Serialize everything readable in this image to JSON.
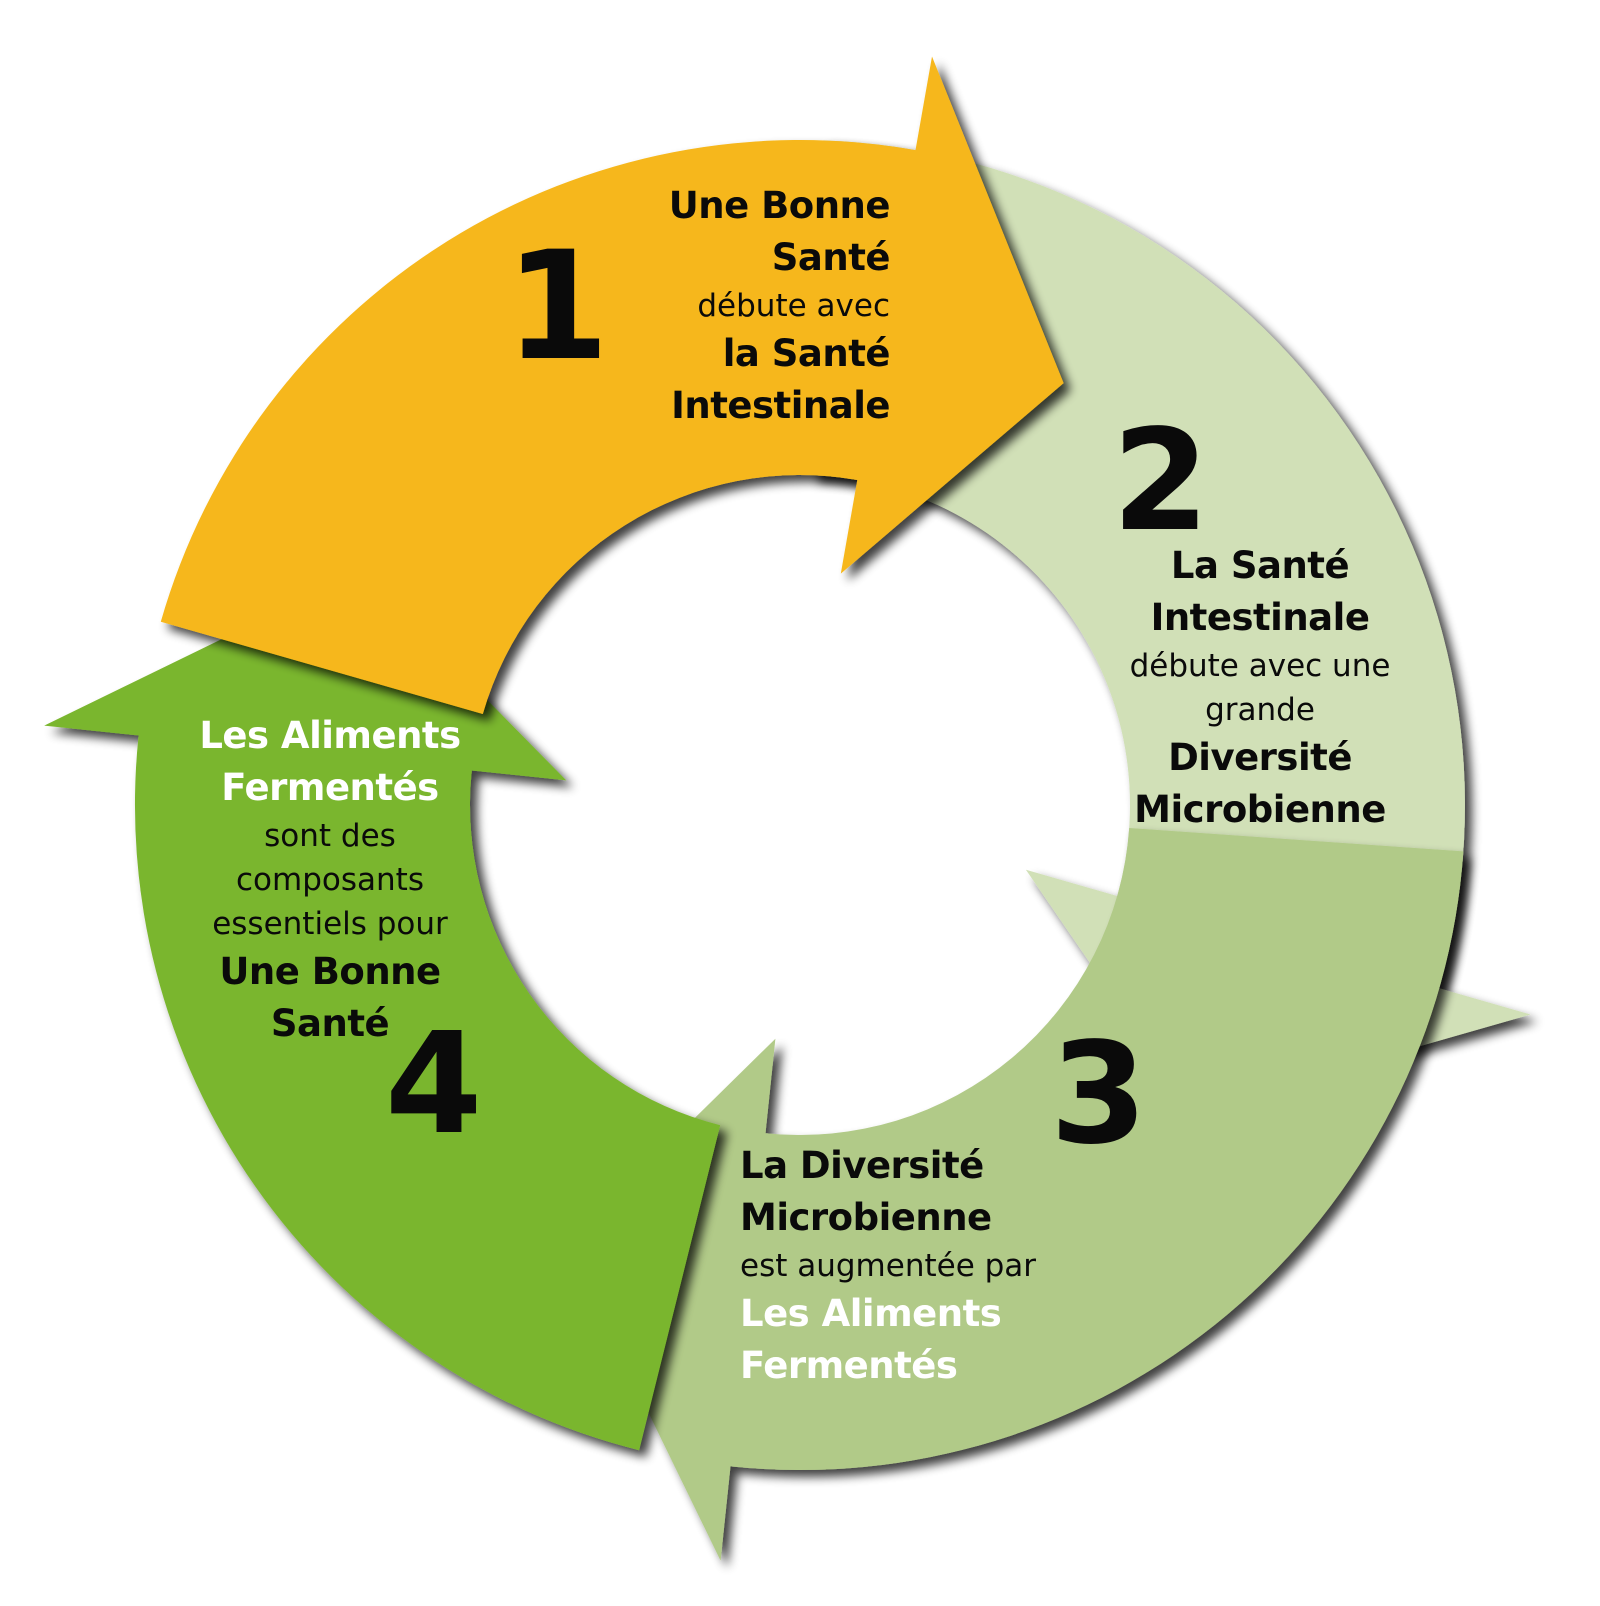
{
  "title": "Cycle: Aliments Fermentés et Santé",
  "colors": {
    "step1": "#f6b71a",
    "step2": "#d1e0b7",
    "step3": "#b1ca88",
    "step4": "#7ab62e",
    "shadow": "#3a3a3a",
    "text_dark": "#0a0a0a",
    "text_light": "#ffffff"
  },
  "steps": [
    {
      "number": "1",
      "lines": [
        {
          "text": "Une Bonne",
          "style": "bold"
        },
        {
          "text": "Santé",
          "style": "bold"
        },
        {
          "text": "débute avec",
          "style": "regular"
        },
        {
          "text": "la Santé",
          "style": "bold"
        },
        {
          "text": "Intestinale",
          "style": "bold"
        }
      ],
      "direction": "right"
    },
    {
      "number": "2",
      "lines": [
        {
          "text": "La Santé",
          "style": "bold"
        },
        {
          "text": "Intestinale",
          "style": "bold"
        },
        {
          "text": "débute avec une",
          "style": "regular"
        },
        {
          "text": "grande",
          "style": "regular"
        },
        {
          "text": "Diversité",
          "style": "bold"
        },
        {
          "text": "Microbienne",
          "style": "bold"
        }
      ],
      "direction": "down"
    },
    {
      "number": "3",
      "lines": [
        {
          "text": "La Diversité",
          "style": "bold"
        },
        {
          "text": "Microbienne",
          "style": "bold"
        },
        {
          "text": "est augmentée par",
          "style": "regular"
        },
        {
          "text": "Les Aliments",
          "style": "bold-white"
        },
        {
          "text": "Fermentés",
          "style": "bold-white"
        }
      ],
      "direction": "left"
    },
    {
      "number": "4",
      "lines": [
        {
          "text": "Les Aliments",
          "style": "bold-white"
        },
        {
          "text": "Fermentés",
          "style": "bold-white"
        },
        {
          "text": "sont des",
          "style": "regular"
        },
        {
          "text": "composants",
          "style": "regular"
        },
        {
          "text": "essentiels pour",
          "style": "regular"
        },
        {
          "text": "Une Bonne",
          "style": "bold"
        },
        {
          "text": "Santé",
          "style": "bold"
        }
      ],
      "direction": "up"
    }
  ]
}
